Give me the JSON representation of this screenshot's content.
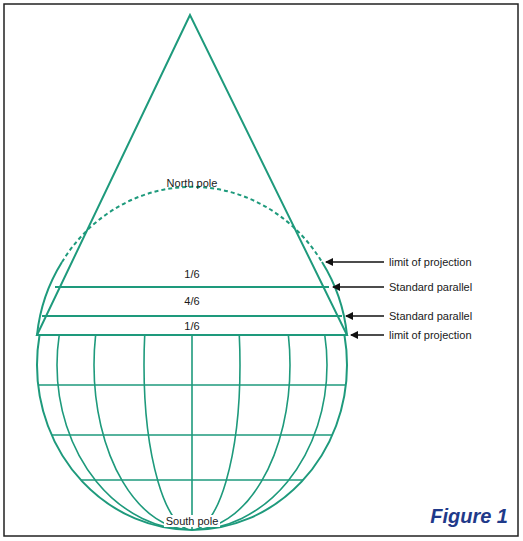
{
  "diagram": {
    "caption": "Figure 1",
    "labels": [
      "North pole",
      "1/6",
      "4/6",
      "1/6",
      "limit of projection",
      "Standard parallel",
      "Standard parallel",
      "limit of projection",
      "South pole"
    ]
  }
}
